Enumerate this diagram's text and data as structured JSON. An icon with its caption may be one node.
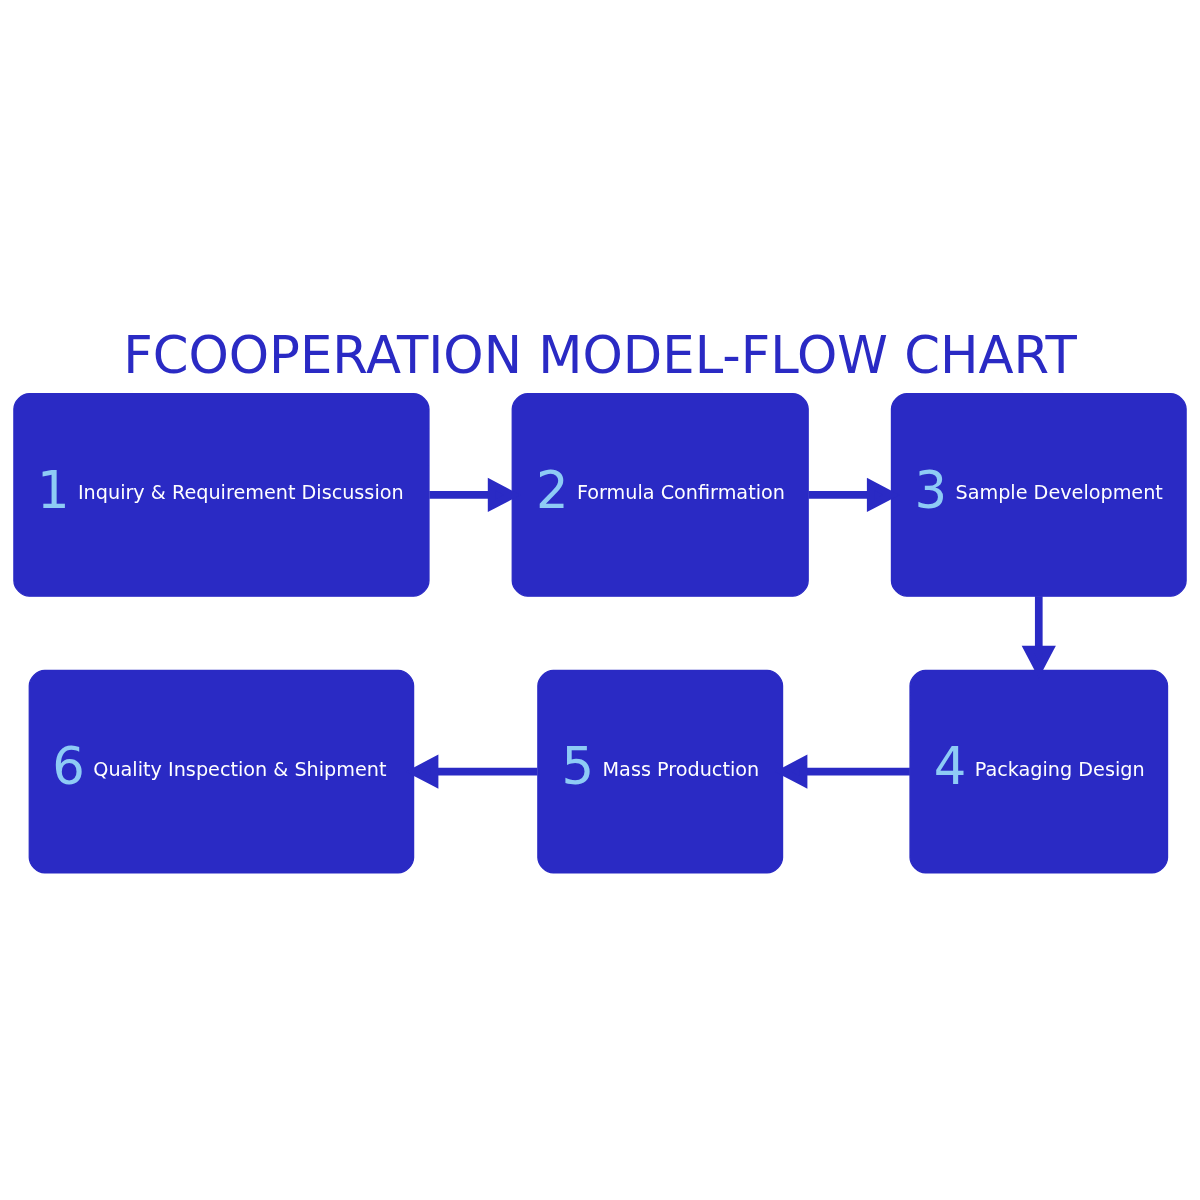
{
  "diagram": {
    "title": "FCOOPERATION MODEL-FLOW CHART",
    "nodes": [
      {
        "text": [
          "1",
          "Inquiry & Requirement Discussion"
        ]
      },
      {
        "text": [
          "2",
          "Formula Confirmation"
        ]
      },
      {
        "text": [
          "3",
          "Sample Development"
        ]
      },
      {
        "text": [
          "4",
          "Packaging Design"
        ]
      },
      {
        "text": [
          "5",
          "Mass Production"
        ]
      },
      {
        "text": [
          "6",
          "Quality Inspection & Shipment"
        ]
      }
    ],
    "edges": [
      {
        "from": 0,
        "to": 1,
        "arrow": "to"
      },
      {
        "from": 1,
        "to": 2,
        "arrow": "to"
      },
      {
        "from": 2,
        "to": 3,
        "arrow": "to"
      },
      {
        "from": 3,
        "to": 4,
        "arrow": "to"
      },
      {
        "from": 4,
        "to": 5,
        "arrow": "to"
      }
    ]
  }
}
